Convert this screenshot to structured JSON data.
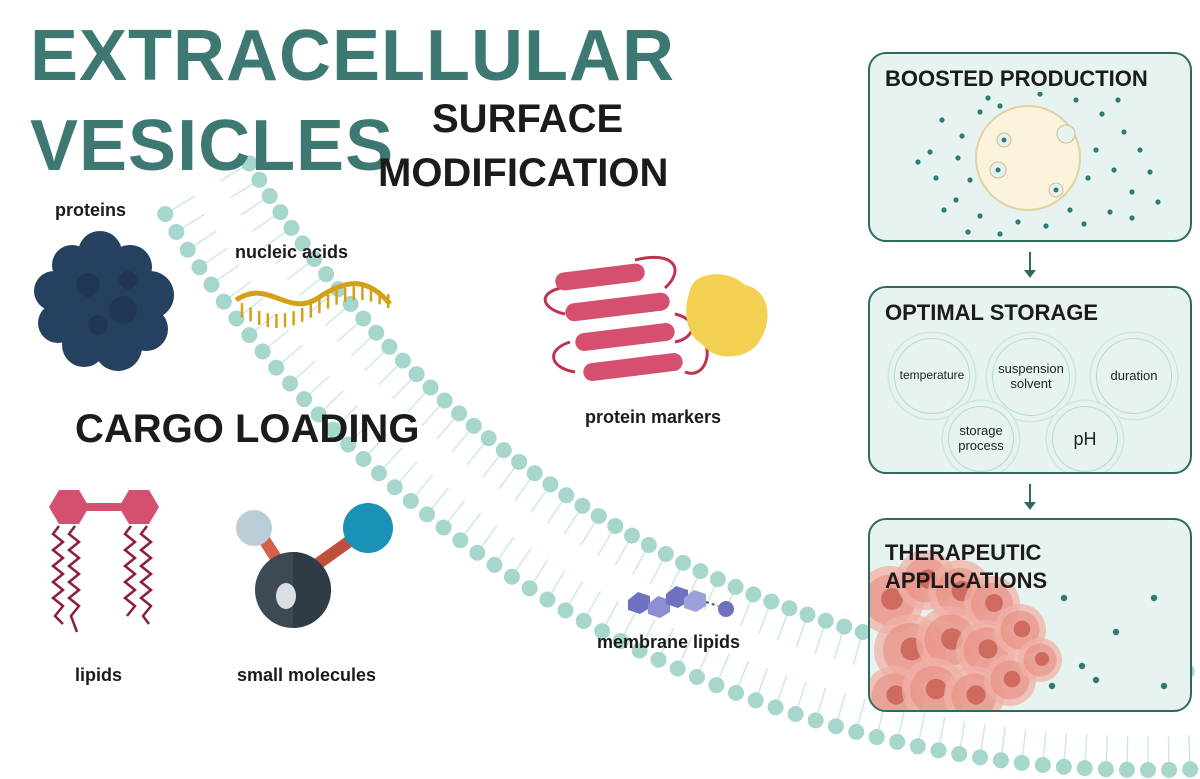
{
  "title": {
    "line1": "EXTRACELLULAR",
    "line2": "VESICLES"
  },
  "surface": {
    "line1": "SURFACE",
    "line2": "MODIFICATION"
  },
  "cargo": {
    "heading": "CARGO LOADING",
    "items": [
      "proteins",
      "nucleic acids",
      "lipids",
      "small molecules"
    ]
  },
  "membrane": {
    "protein_label": "protein markers",
    "lipid_label": "membrane lipids"
  },
  "panels": {
    "production": {
      "title": "BOOSTED PRODUCTION"
    },
    "storage": {
      "title": "OPTIMAL STORAGE",
      "factors": [
        "temperature",
        "suspension solvent",
        "duration",
        "storage process",
        "pH"
      ]
    },
    "therapeutic": {
      "title_line1": "THERAPEUTIC",
      "title_line2": "APPLICATIONS"
    }
  },
  "colors": {
    "title": "#3e7873",
    "membrane_bead": "#a6d6cc",
    "protein": "#d5506e",
    "ligand": "#f2d052",
    "panel_fill": "#e6f3f1",
    "panel_border": "#2f6a62"
  }
}
